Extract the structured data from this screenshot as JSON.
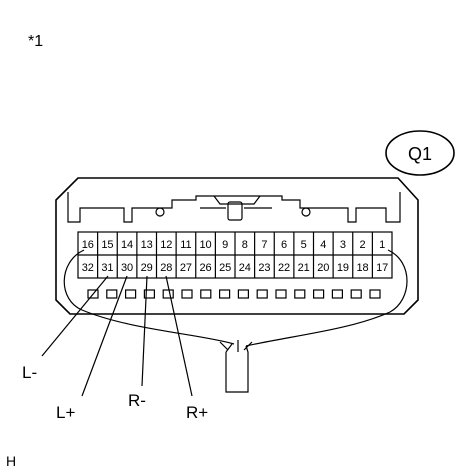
{
  "corner_note": "*1",
  "footer_mark": "H",
  "connector": {
    "id": "Q1",
    "top_row_pins": [
      "16",
      "15",
      "14",
      "13",
      "12",
      "11",
      "10",
      "9",
      "8",
      "7",
      "6",
      "5",
      "4",
      "3",
      "2",
      "1"
    ],
    "bottom_row_pins": [
      "32",
      "31",
      "30",
      "29",
      "28",
      "27",
      "26",
      "25",
      "24",
      "23",
      "22",
      "21",
      "20",
      "19",
      "18",
      "17"
    ]
  },
  "callouts": [
    {
      "label": "L-",
      "pin": "31"
    },
    {
      "label": "L+",
      "pin": "30"
    },
    {
      "label": "R-",
      "pin": "29"
    },
    {
      "label": "R+",
      "pin": "28"
    }
  ]
}
